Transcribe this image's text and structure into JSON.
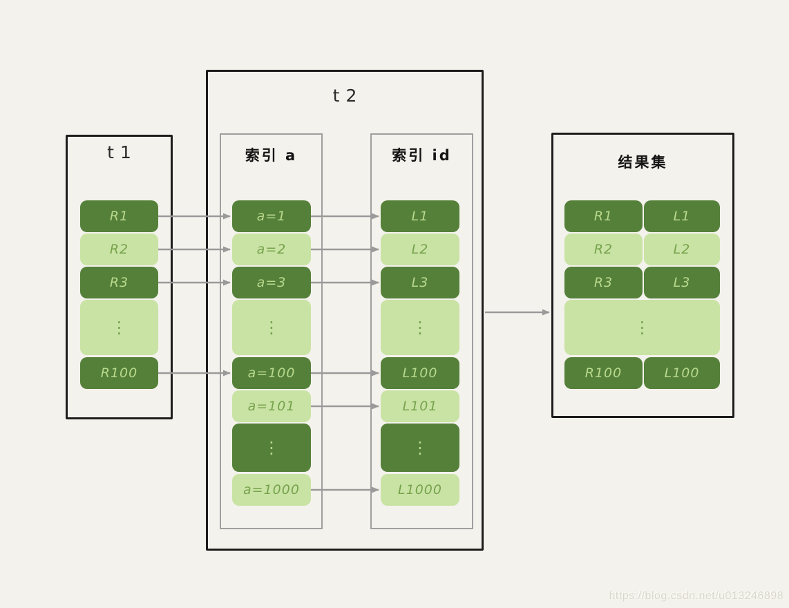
{
  "watermark": "https://blog.csdn.net/u013246898",
  "colors": {
    "background": "#f4f2ec",
    "cell_dark": "#55803a",
    "cell_light": "#c9e3a4",
    "cell_dark_text": "#b9d98c",
    "cell_light_text": "#76a24c",
    "box_border": "#1c1c1c",
    "inner_border": "#9f9f9f",
    "arrow": "#9a9a9a"
  },
  "t1": {
    "title": "t1",
    "cells": [
      "R1",
      "R2",
      "R3",
      "⋮",
      "R100"
    ]
  },
  "t2": {
    "title": "t2"
  },
  "index_a": {
    "title": "索引 a",
    "cells": [
      "a=1",
      "a=2",
      "a=3",
      "⋮",
      "a=100",
      "a=101",
      "⋮",
      "a=1000"
    ]
  },
  "index_id": {
    "title": "索引 id",
    "cells": [
      "L1",
      "L2",
      "L3",
      "⋮",
      "L100",
      "L101",
      "⋮",
      "L1000"
    ]
  },
  "result": {
    "title": "结果集",
    "rows": [
      [
        "R1",
        "L1"
      ],
      [
        "R2",
        "L2"
      ],
      [
        "R3",
        "L3"
      ],
      [
        "⋮"
      ],
      [
        "R100",
        "L100"
      ]
    ]
  }
}
